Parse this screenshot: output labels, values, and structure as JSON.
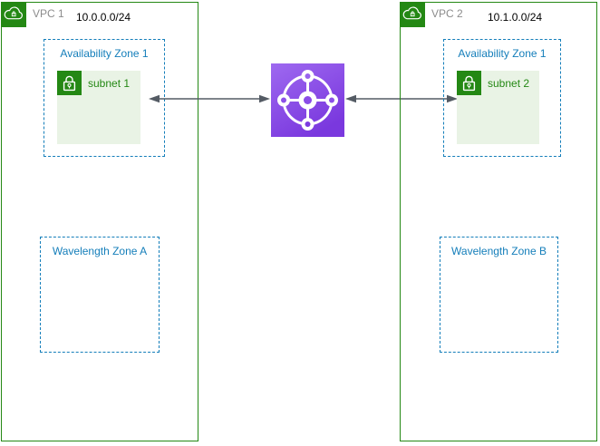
{
  "diagram_type": "aws-network-architecture",
  "vpcs": [
    {
      "label": "VPC 1",
      "cidr": "10.0.0.0/24",
      "icon": "vpc-cloud-lock-icon",
      "availability_zone": {
        "label": "Availability Zone 1",
        "subnet": {
          "label": "subnet 1",
          "type": "private-subnet",
          "icon": "lock-icon"
        }
      },
      "wavelength_zone": {
        "label": "Wavelength Zone A"
      }
    },
    {
      "label": "VPC 2",
      "cidr": "10.1.0.0/24",
      "icon": "vpc-cloud-lock-icon",
      "availability_zone": {
        "label": "Availability Zone 1",
        "subnet": {
          "label": "subnet 2",
          "type": "private-subnet",
          "icon": "lock-icon"
        }
      },
      "wavelength_zone": {
        "label": "Wavelength Zone B"
      }
    }
  ],
  "gateway": {
    "icon": "transit-gateway-icon"
  },
  "connections": [
    {
      "from": "subnet 1",
      "to": "transit-gateway",
      "style": "bidirectional-arrow"
    },
    {
      "from": "transit-gateway",
      "to": "subnet 2",
      "style": "bidirectional-arrow"
    }
  ],
  "colors": {
    "vpc_green": "#248814",
    "zone_blue": "#147EBA",
    "subnet_fill": "#E9F3E5",
    "subnet_text": "#248814",
    "vpc_label_gray": "#8C8C8C",
    "cidr_text": "#000000",
    "arrow_gray": "#545B64",
    "gateway_gradient_top": "#9E69F0",
    "gateway_gradient_bottom": "#7A38DE"
  }
}
